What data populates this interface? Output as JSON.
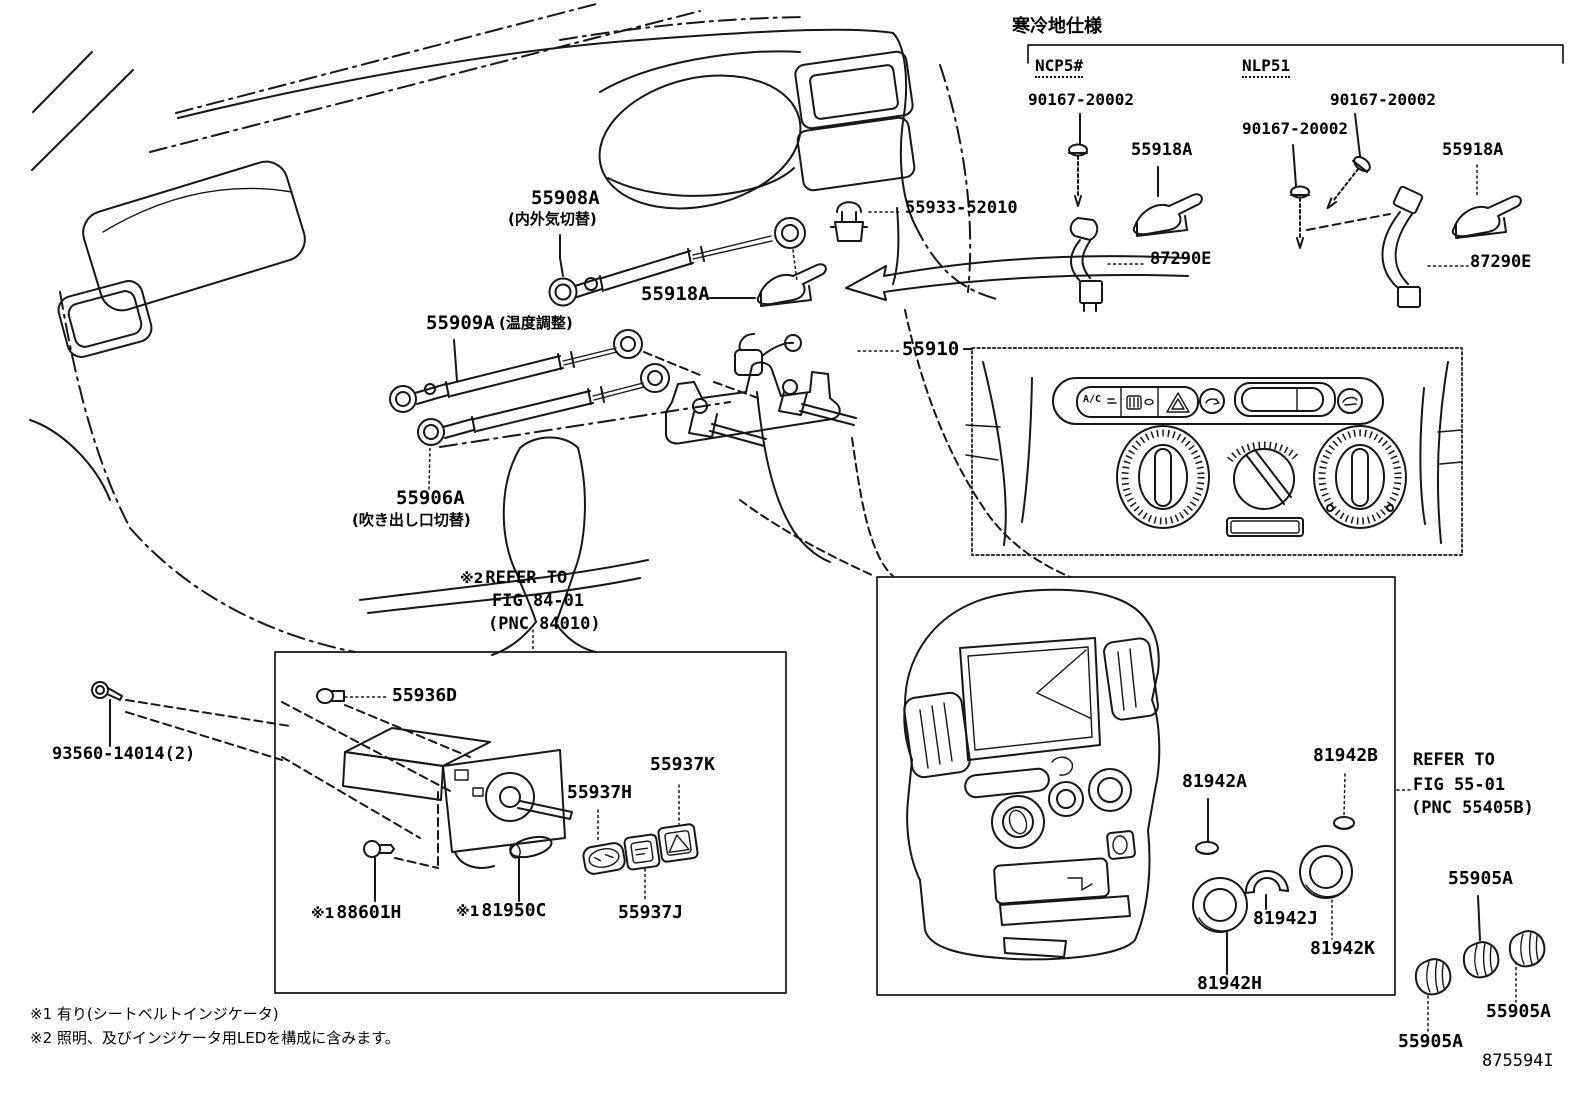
{
  "cold_climate": {
    "section_title": "寒冷地仕様",
    "variants": {
      "left": "NCP5#",
      "right": "NLP51"
    },
    "parts": {
      "screw_left": "90167-20002",
      "screw_mid": "90167-20002",
      "screw_right": "90167-20002",
      "lever_left": "55918A",
      "lever_right": "55918A",
      "harness_left": "87290E",
      "harness_right": "87290E"
    }
  },
  "main_assembly": {
    "cable_intake": {
      "number": "55908A",
      "label": "(内外気切替)"
    },
    "clip": {
      "number": "55933-52010"
    },
    "lever": {
      "number": "55918A"
    },
    "cable_temperature": {
      "number": "55909A",
      "label": "(温度調整)"
    },
    "control_assy": {
      "number": "55910"
    },
    "cable_mode": {
      "number": "55906A",
      "label": "(吹き出し口切替)"
    },
    "refer_note": {
      "prefix": "※2",
      "line1": "REFER TO",
      "line2": "FIG 84-01",
      "line3": "(PNC 84010)"
    }
  },
  "control_panel_inset": {
    "ac_button_label": "A/C"
  },
  "switch_box": {
    "screw": {
      "number": "93560-14014(2)"
    },
    "bulb_socket": {
      "number": "55936D"
    },
    "switch_h": {
      "number": "55937H"
    },
    "switch_k": {
      "number": "55937K"
    },
    "switch_j": {
      "number": "55937J"
    },
    "bulb": {
      "prefix": "※1",
      "number": "88601H"
    },
    "hole_plug": {
      "prefix": "※1",
      "number": "81950C"
    }
  },
  "console_inset": {
    "cap_a": {
      "number": "81942A"
    },
    "cap_b": {
      "number": "81942B"
    },
    "ring_h": {
      "number": "81942H"
    },
    "ring_j": {
      "number": "81942J"
    },
    "ring_k": {
      "number": "81942K"
    },
    "refer_note": {
      "line1": "REFER TO",
      "line2": "FIG 55-01",
      "line3": "(PNC 55405B)"
    }
  },
  "knobs": {
    "knob1": "55905A",
    "knob2": "55905A",
    "knob3": "55905A"
  },
  "footnotes": {
    "note1": "※1 有り(シートベルトインジケータ)",
    "note2": "※2 照明、及びインジケータ用LEDを構成に含みます。"
  },
  "figure_code": "875594I",
  "colors": {
    "line": "#161616",
    "background": "#ffffff"
  }
}
